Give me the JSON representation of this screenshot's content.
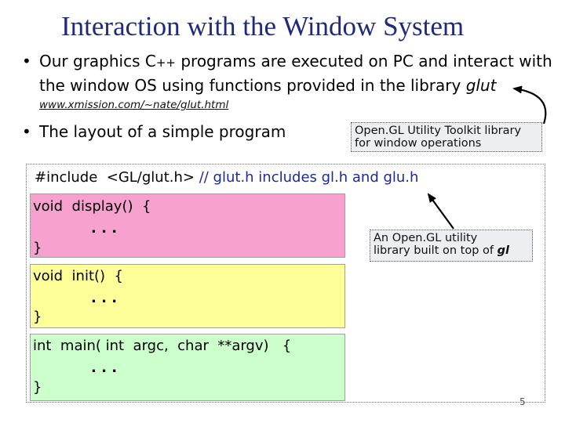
{
  "slide": {
    "title": "Interaction with the Window System",
    "bullets": [
      {
        "line1_prefix": "Our graphics C",
        "line1_plus": "++",
        "line1_suffix": " programs are executed on PC and interact with",
        "line2_prefix": "the window OS using functions provided in the library ",
        "line2_emph": "glut"
      },
      {
        "text": "The layout of a simple program"
      }
    ],
    "bullet_symbol": "•",
    "link": "www.xmission.com/~nate/glut.html",
    "notes": {
      "glut_line1": "Open.GL Utility Toolkit library",
      "glut_line2": "for window operations",
      "glu_line1": "An Open.GL utility",
      "glu_line2_prefix": "library built on top of ",
      "glu_line2_emph": "gl"
    },
    "code": {
      "include_directive": "#include  <GL/glut.h>",
      "include_comment": "// glut.h includes gl.h and glu.h",
      "display_open": "void  display()  {",
      "display_dots": ". . .",
      "display_close": "}",
      "init_open": "void  init()  {",
      "init_dots": ". . .",
      "init_close": "}",
      "main_open": "int  main( int  argc,  char  **argv)   {",
      "main_dots": ". . .",
      "main_close": "}"
    },
    "page_number": "5",
    "colors": {
      "title": "#1f2a7a",
      "display_box": "#f7a1cf",
      "init_box": "#ffff99",
      "main_box": "#ccffcc",
      "note_box": "#eceef2",
      "comment": "#1a2a9a"
    }
  }
}
